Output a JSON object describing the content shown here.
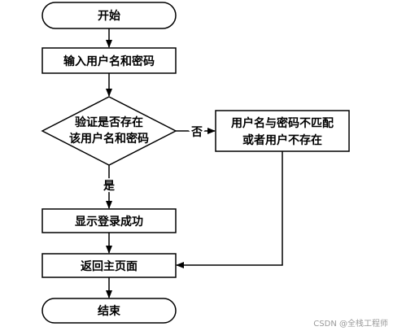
{
  "nodes": {
    "start": {
      "label": "开始"
    },
    "input": {
      "label": "输入用户名和密码"
    },
    "verify": {
      "line1": "验证是否存在",
      "line2": "该用户名和密码"
    },
    "error": {
      "line1": "用户名与密码不匹配",
      "line2": "或者用户不存在"
    },
    "success": {
      "label": "显示登录成功"
    },
    "return": {
      "label": "返回主页面"
    },
    "end": {
      "label": "结束"
    }
  },
  "edges": {
    "no_label": "否",
    "yes_label": "是"
  },
  "watermark": "CSDN @全栈工程师"
}
